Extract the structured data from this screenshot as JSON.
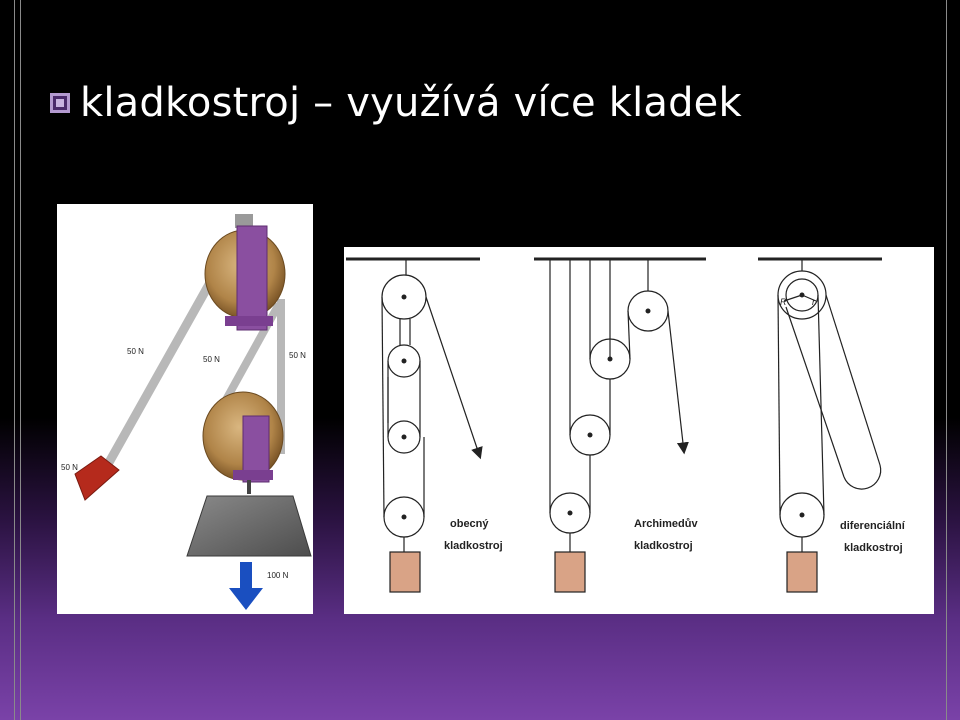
{
  "slide": {
    "title": "kladkostroj – využívá více kladek",
    "accent_color": "#7a42a8"
  },
  "figure_left": {
    "force_labels": {
      "rope_left": "50 N",
      "rope_middle": "50 N",
      "rope_right": "50 N",
      "pull_arrow": "50 N",
      "weight_arrow": "100 N"
    }
  },
  "figure_right": {
    "obecny": {
      "label_line1": "obecný",
      "label_line2": "kladkostroj"
    },
    "archimeduv": {
      "label_line1": "Archimedův",
      "label_line2": "kladkostroj"
    },
    "diferencialni": {
      "label_line1": "diferenciální",
      "label_line2": "kladkostroj",
      "radius_large": "R",
      "radius_small": "r"
    }
  }
}
